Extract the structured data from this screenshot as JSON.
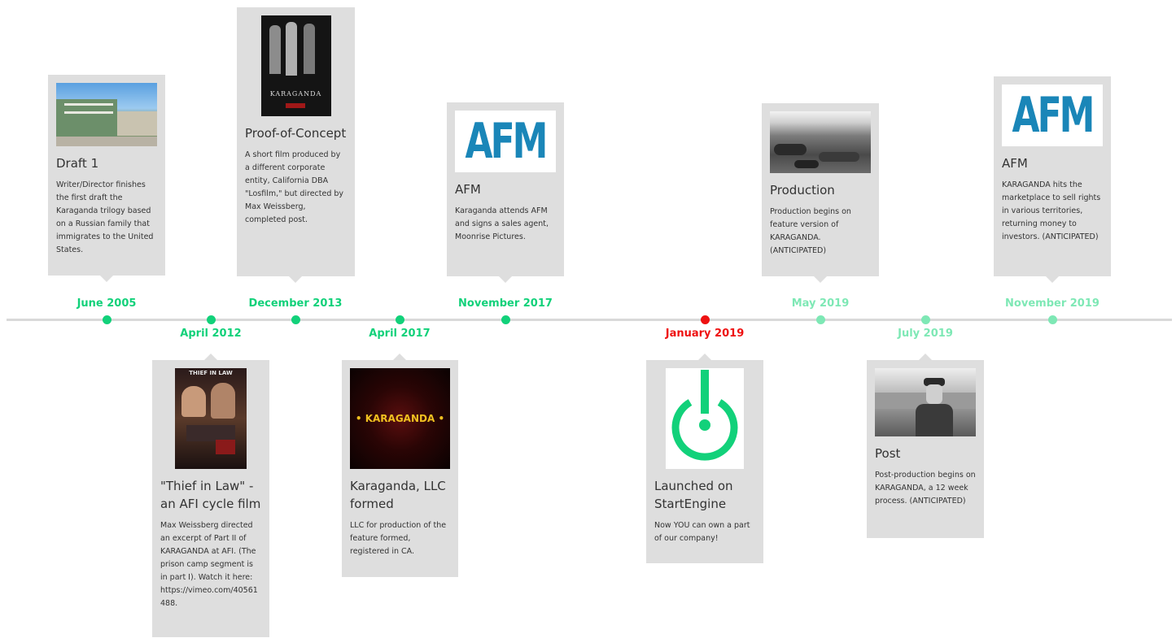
{
  "colors": {
    "green": "#12d17a",
    "light_green": "#7ee8b5",
    "red": "#ee1111",
    "axis": "#d9d9d9",
    "card": "#dedede"
  },
  "events": [
    {
      "id": "e1",
      "date": "June 2005",
      "title": "Draft 1",
      "desc": "Writer/Director finishes the first draft the Karaganda trilogy based on a Russian family that immigrates to the United States.",
      "image": "palace-photo",
      "state": "past"
    },
    {
      "id": "e2",
      "date": "April 2012",
      "title": "\"Thief in Law\" - an AFI cycle film",
      "desc": "Max Weissberg directed an excerpt of Part II of KARAGANDA at AFI. (The prison camp segment is in part I). Watch it here: https://vimeo.com/40561488.",
      "image": "thief-in-law-poster",
      "image_text": "THIEF IN LAW",
      "state": "past"
    },
    {
      "id": "e3",
      "date": "December 2013",
      "title": "Proof-of-Concept",
      "desc": "A short film produced by a different corporate entity, California DBA \"Losfilm,\" but directed by Max Weissberg, completed post.",
      "image": "karaganda-poster",
      "image_text": "KARAGANDA",
      "state": "past"
    },
    {
      "id": "e4",
      "date": "April 2017",
      "title": "Karaganda, LLC formed",
      "desc": "LLC for production of the feature formed, registered in CA.",
      "image": "karaganda-title-card",
      "image_text": "• KARAGANDA •",
      "state": "past"
    },
    {
      "id": "e5",
      "date": "November 2017",
      "title": "AFM",
      "desc": "Karaganda attends AFM and signs a sales agent, Moonrise Pictures.",
      "image": "afm-logo",
      "image_text": "AFM",
      "state": "past"
    },
    {
      "id": "e6",
      "date": "January 2019",
      "title": "Launched on StartEngine",
      "desc": "Now YOU can own a part of our company!",
      "image": "startengine-logo",
      "state": "current"
    },
    {
      "id": "e7",
      "date": "May 2019",
      "title": "Production",
      "desc": "Production begins on feature version of KARAGANDA. (ANTICIPATED)",
      "image": "landscape-photo",
      "state": "future"
    },
    {
      "id": "e8",
      "date": "July 2019",
      "title": "Post",
      "desc": "Post-production begins on KARAGANDA, a 12 week process. (ANTICIPATED)",
      "image": "soldier-photo",
      "state": "future"
    },
    {
      "id": "e9",
      "date": "November 2019",
      "title": "AFM",
      "desc": "KARAGANDA hits the marketplace to sell rights in various territories, returning money to investors. (ANTICIPATED)",
      "image": "afm-logo",
      "image_text": "AFM",
      "state": "future"
    }
  ]
}
